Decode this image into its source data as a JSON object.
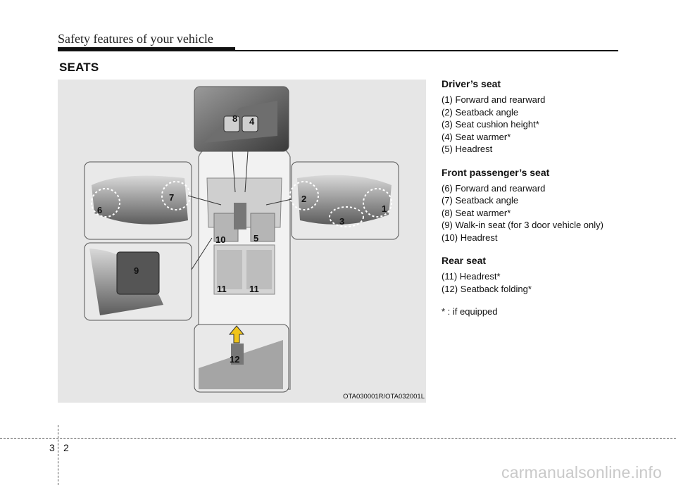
{
  "header": {
    "title": "Safety features of your vehicle"
  },
  "section": {
    "title": "SEATS"
  },
  "figure": {
    "caption": "OTA030001R/OTA032001L",
    "callouts": [
      "1",
      "2",
      "3",
      "4",
      "5",
      "6",
      "7",
      "8",
      "9",
      "10",
      "11",
      "11",
      "12"
    ]
  },
  "drivers_seat": {
    "title": "Driver’s seat",
    "items": [
      "(1) Forward and rearward",
      "(2) Seatback angle",
      "(3) Seat cushion height*",
      "(4) Seat warmer*",
      "(5) Headrest"
    ]
  },
  "passenger_seat": {
    "title": "Front passenger’s seat",
    "items": [
      "(6) Forward and rearward",
      "(7) Seatback angle",
      "(8) Seat warmer*",
      "(9) Walk-in seat (for 3 door vehicle only)",
      "(10) Headrest"
    ]
  },
  "rear_seat": {
    "title": "Rear seat",
    "items": [
      "(11) Headrest*",
      "(12) Seatback folding*"
    ]
  },
  "note": "* : if equipped",
  "footer": {
    "chapter": "3",
    "page": "2"
  },
  "watermark": "carmanualsonline.info"
}
